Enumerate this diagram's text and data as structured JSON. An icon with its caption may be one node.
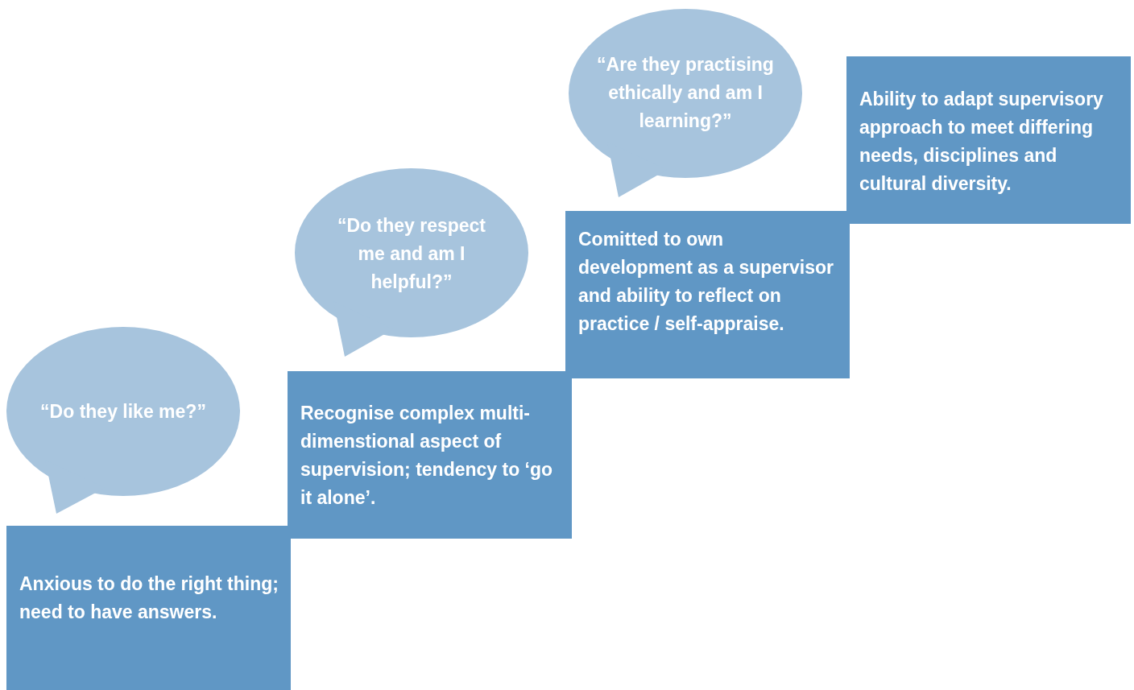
{
  "diagram": {
    "nodes": [
      {
        "text": [
          "“Do they like me?”"
        ]
      },
      {
        "text": [
          "Anxious to do the right thing; need to have answers."
        ]
      },
      {
        "text": [
          "“Do they respect me and am I helpful?”"
        ]
      },
      {
        "text": [
          "Recognise complex multi-dimenstional aspect of supervision; tendency to ‘go it alone’."
        ]
      },
      {
        "text": [
          "“Are they practising ethically and am I learning?”"
        ]
      },
      {
        "text": [
          "Comitted to own development as a supervisor and ability to reflect on practice / self-appraise."
        ]
      },
      {
        "text": [
          "Ability to adapt supervisory approach to meet differing needs, disciplines and cultural diversity."
        ]
      }
    ]
  }
}
